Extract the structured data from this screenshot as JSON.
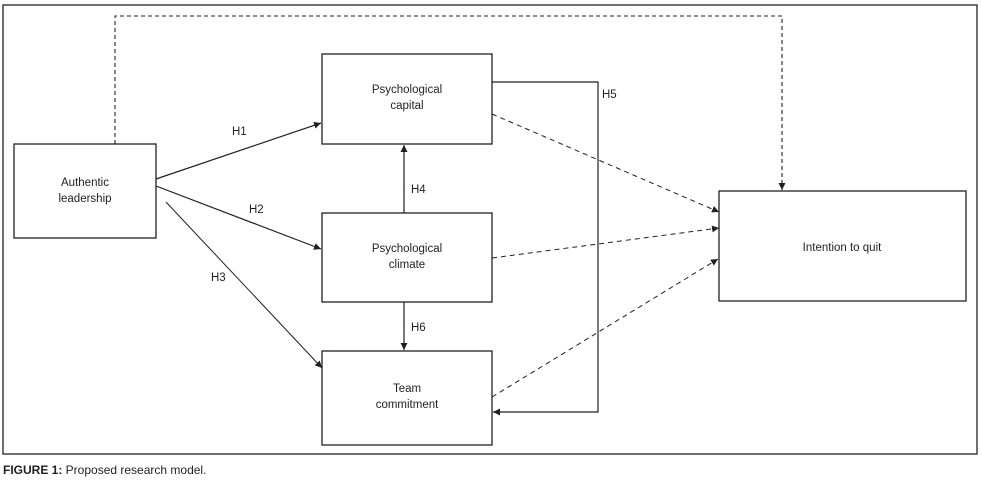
{
  "figure": {
    "caption_label": "FIGURE 1:",
    "caption_text": " Proposed research model."
  },
  "nodes": {
    "authentic_leadership": {
      "line1": "Authentic",
      "line2": "leadership"
    },
    "psychological_capital": {
      "line1": "Psychological",
      "line2": "capital"
    },
    "psychological_climate": {
      "line1": "Psychological",
      "line2": "climate"
    },
    "team_commitment": {
      "line1": "Team",
      "line2": "commitment"
    },
    "intention_to_quit": {
      "line1": "Intention to quit"
    }
  },
  "edges": [
    {
      "id": "H1",
      "label": "H1",
      "from": "Authentic leadership",
      "to": "Psychological capital",
      "style": "solid"
    },
    {
      "id": "H2",
      "label": "H2",
      "from": "Authentic leadership",
      "to": "Psychological climate",
      "style": "solid"
    },
    {
      "id": "H3",
      "label": "H3",
      "from": "Authentic leadership",
      "to": "Team commitment",
      "style": "solid"
    },
    {
      "id": "H4",
      "label": "H4",
      "from": "Psychological climate",
      "to": "Psychological capital",
      "style": "solid"
    },
    {
      "id": "H5",
      "label": "H5",
      "from": "Psychological capital",
      "to": "Team commitment",
      "style": "solid"
    },
    {
      "id": "H6",
      "label": "H6",
      "from": "Psychological climate",
      "to": "Team commitment",
      "style": "solid"
    },
    {
      "id": "AL-ITQ",
      "label": "",
      "from": "Authentic leadership",
      "to": "Intention to quit",
      "style": "dashed"
    },
    {
      "id": "PCAP-ITQ",
      "label": "",
      "from": "Psychological capital",
      "to": "Intention to quit",
      "style": "dashed"
    },
    {
      "id": "PCLIM-ITQ",
      "label": "",
      "from": "Psychological climate",
      "to": "Intention to quit",
      "style": "dashed"
    },
    {
      "id": "TC-ITQ",
      "label": "",
      "from": "Team commitment",
      "to": "Intention to quit",
      "style": "dashed"
    }
  ]
}
